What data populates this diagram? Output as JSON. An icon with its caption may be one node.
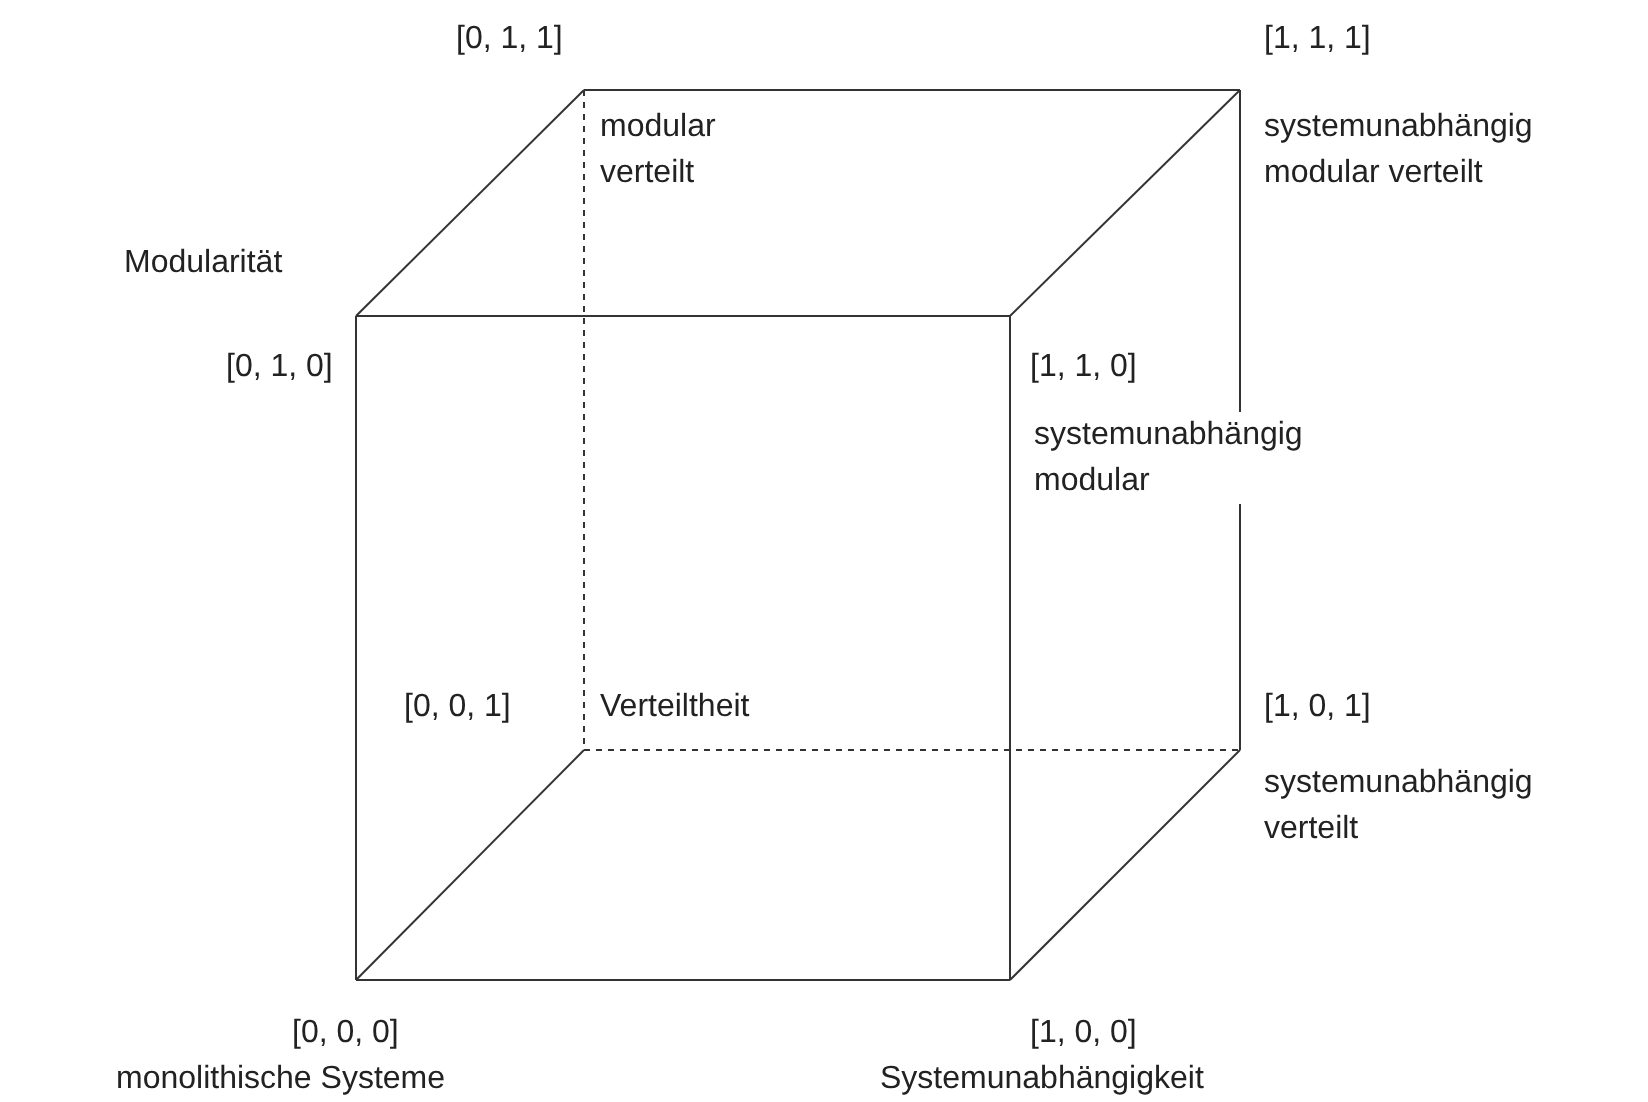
{
  "diagram": {
    "labels": [
      "[0, 1, 1]",
      "[1, 1, 1]",
      "modular verteilt",
      "systemunabhängig modular verteilt",
      "Modularität",
      "[0, 1, 0]",
      "[1, 1, 0]",
      "systemunabhängig modular",
      "[0, 0, 1]",
      "Verteiltheit",
      "[1, 0, 1]",
      "systemunabhängig verteilt",
      "[0, 0, 0]",
      "[1, 0, 0]",
      "monolithische Systeme",
      "Systemunabhängigkeit"
    ]
  }
}
